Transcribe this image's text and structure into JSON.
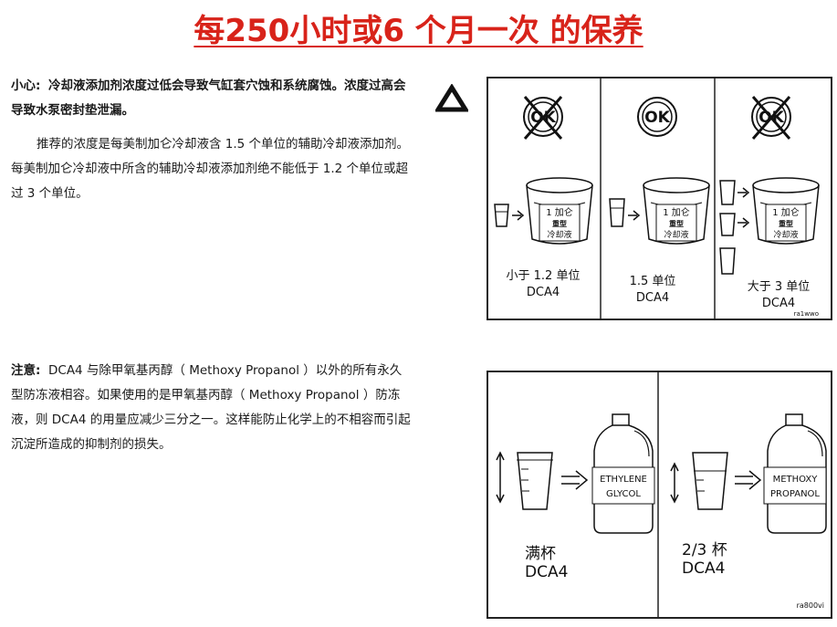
{
  "title": "每250小时或6 个月一次 的保养",
  "caution": {
    "label": "小心:",
    "text": "冷却液添加剂浓度过低会导致气缸套穴蚀和系统腐蚀。浓度过高会导致水泵密封垫泄漏。"
  },
  "recommend": {
    "text": "推荐的浓度是每美制加仑冷却液含 1.5 个单位的辅助冷却液添加剂。每美制加仑冷却液中所含的辅助冷却液添加剂绝不能低于 1.2 个单位或超过 3 个单位。"
  },
  "note": {
    "label": "注意:",
    "text": "DCA4 与除甲氧基丙醇（ Methoxy Propanol ）以外的所有永久型防冻液相容。如果使用的是甲氧基丙醇（ Methoxy Propanol ）防冻液，则 DCA4 的用量应减少三分之一。这样能防止化学上的不相容而引起沉淀所造成的抑制剂的损失。"
  },
  "figure1": {
    "ok_label": "OK",
    "bucket_label_1": "1 加仑",
    "bucket_label_2": "重型",
    "bucket_label_3": "冷却液",
    "panels": [
      {
        "line1": "小于 1.2 单位",
        "line2": "DCA4"
      },
      {
        "line1": "1.5 单位",
        "line2": "DCA4"
      },
      {
        "line1": "大于 3 单位",
        "line2": "DCA4"
      }
    ],
    "code": "ra1wwo"
  },
  "figure2": {
    "panels": [
      {
        "jug_line1": "ETHYLENE",
        "jug_line2": "GLYCOL",
        "line1": "满杯",
        "line2": "DCA4"
      },
      {
        "jug_line1": "METHOXY",
        "jug_line2": "PROPANOL",
        "line1": "2/3 杯",
        "line2": "DCA4"
      }
    ],
    "code": "ra800vi"
  }
}
